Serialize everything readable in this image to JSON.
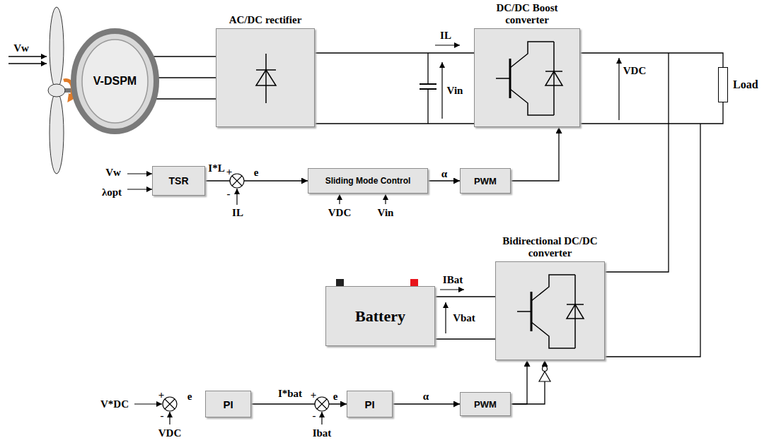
{
  "diagram": {
    "nodes": [
      {
        "text": [
          "V-DSPM"
        ]
      },
      {
        "text": [
          "AC/DC rectifier"
        ]
      },
      {
        "text": [
          "DC/DC Boost converter"
        ]
      },
      {
        "text": [
          "Load"
        ]
      },
      {
        "text": [
          "TSR"
        ]
      },
      {
        "text": [
          "Sliding Mode Control"
        ]
      },
      {
        "text": [
          "PWM"
        ]
      },
      {
        "text": [
          "Battery"
        ]
      },
      {
        "text": [
          "Bidirectional DC/DC converter"
        ]
      },
      {
        "text": [
          "PI"
        ]
      },
      {
        "text": [
          "PI"
        ]
      },
      {
        "text": [
          "PWM"
        ]
      }
    ],
    "edges": [
      {
        "from": 0,
        "to": 1,
        "arrow": "none"
      },
      {
        "from": 0,
        "to": 1,
        "arrow": "none"
      },
      {
        "from": 0,
        "to": 1,
        "arrow": "none"
      },
      {
        "from": 1,
        "to": 2,
        "arrow": "none"
      },
      {
        "from": 1,
        "to": 2,
        "arrow": "none"
      },
      {
        "from": 2,
        "to": 3,
        "arrow": "none"
      },
      {
        "from": 2,
        "to": 3,
        "arrow": "none"
      },
      {
        "from": 4,
        "to": 5,
        "arrow": "to"
      },
      {
        "from": 5,
        "to": 6,
        "arrow": "to"
      },
      {
        "from": 6,
        "to": 2,
        "arrow": "to"
      },
      {
        "from": 7,
        "to": 8,
        "arrow": "none"
      },
      {
        "from": 7,
        "to": 8,
        "arrow": "none"
      },
      {
        "from": 9,
        "to": 10,
        "arrow": "to"
      },
      {
        "from": 10,
        "to": 11,
        "arrow": "to"
      },
      {
        "from": 11,
        "to": 8,
        "arrow": "to"
      },
      {
        "from": 11,
        "to": 8,
        "arrow": "to"
      }
    ],
    "labels": [
      "Vw",
      "IL",
      "Vin",
      "VDC",
      "Vw",
      "λopt",
      "I*L",
      "+",
      "-",
      "IL",
      "e",
      "VDC",
      "Vin",
      "α",
      "IBat",
      "Vbat",
      "V*DC",
      "+",
      "-",
      "VDC",
      "e",
      "I*bat",
      "+",
      "-",
      "Ibat",
      "e",
      "α"
    ]
  }
}
